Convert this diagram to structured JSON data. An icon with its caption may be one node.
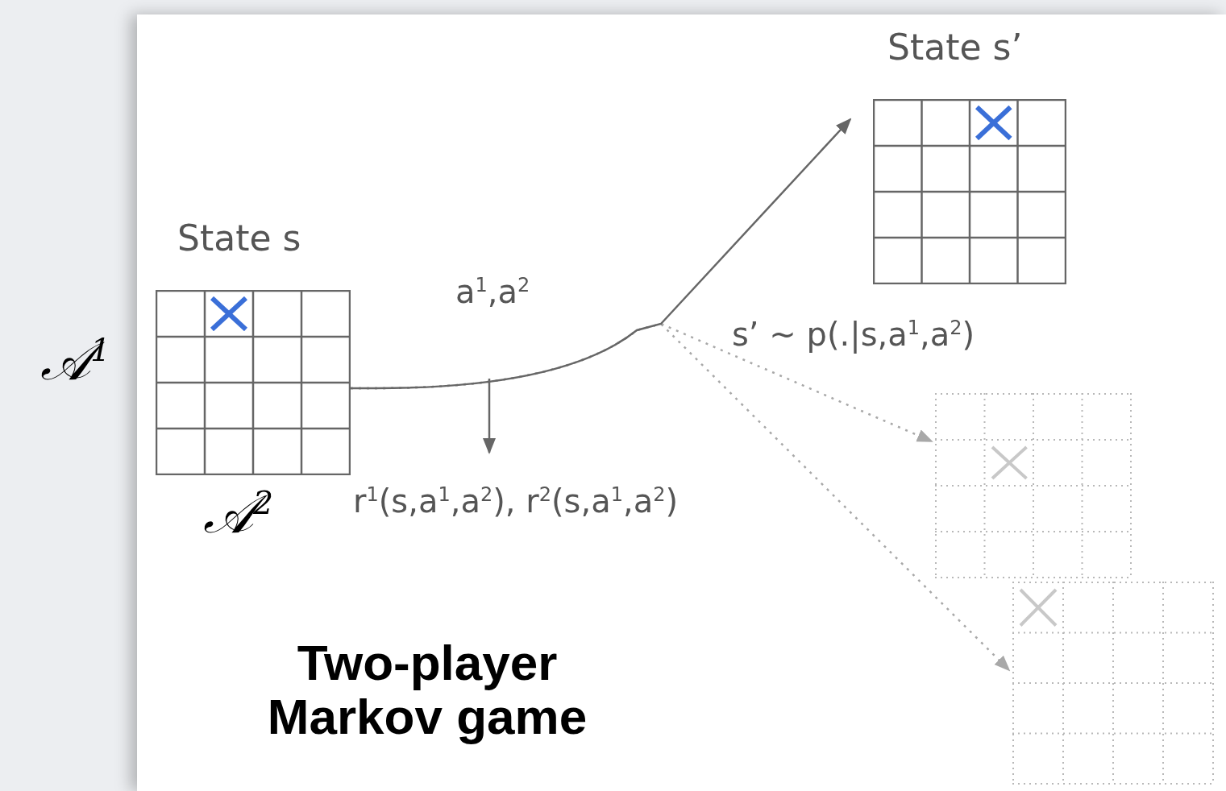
{
  "diagram": {
    "caption": "Two-player Markov game",
    "nodes": [
      {
        "text": [
          "State s"
        ]
      },
      {
        "text": [
          "State s’"
        ]
      },
      {
        "text": [],
        "shape": "box"
      },
      {
        "text": [],
        "shape": "box"
      },
      {
        "text": [
          "r$^{1}$(s,a$^{1}$,a$^{2}$), r$^{2}$(s,a$^{1}$,a$^{2}$)"
        ]
      }
    ],
    "edges": [
      {
        "from": 0,
        "to": 1,
        "arrow": "to",
        "label": "a$^{1}$,a$^{2}$"
      },
      {
        "from": 0,
        "to": 2,
        "arrow": "to",
        "style": "dashed",
        "color": "#a8a8a8"
      },
      {
        "from": 0,
        "to": 3,
        "arrow": "to",
        "style": "dashed",
        "color": "#a8a8a8"
      },
      {
        "from": null,
        "to": 4,
        "arrow": "to"
      }
    ],
    "labels": [
      "s’ ~ p(.|s,a$^{1}$,a$^{2}$)",
      "𝒜$^{1}$",
      "𝒜$^{2}$"
    ]
  }
}
